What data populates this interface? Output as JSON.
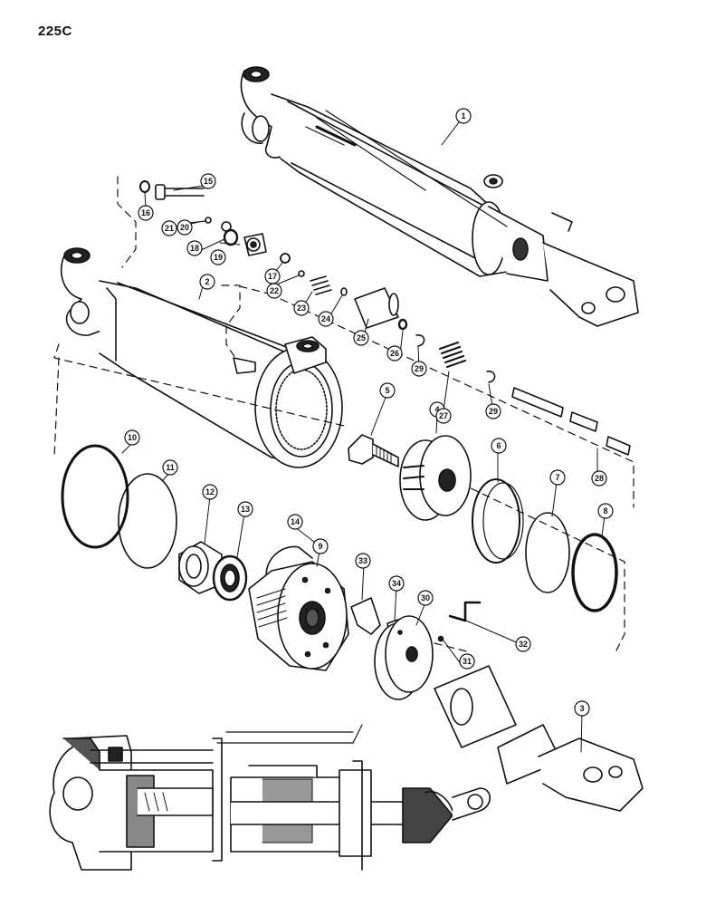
{
  "page_label": "225C",
  "callouts": [
    {
      "id": "c1",
      "label": "1"
    },
    {
      "id": "c2",
      "label": "2"
    },
    {
      "id": "c3",
      "label": "3"
    },
    {
      "id": "c4",
      "label": "4"
    },
    {
      "id": "c5",
      "label": "5"
    },
    {
      "id": "c6",
      "label": "6"
    },
    {
      "id": "c7",
      "label": "7"
    },
    {
      "id": "c8",
      "label": "8"
    },
    {
      "id": "c9",
      "label": "9"
    },
    {
      "id": "c10",
      "label": "10"
    },
    {
      "id": "c11",
      "label": "11"
    },
    {
      "id": "c12",
      "label": "12"
    },
    {
      "id": "c13",
      "label": "13"
    },
    {
      "id": "c14",
      "label": "14"
    },
    {
      "id": "c15",
      "label": "15"
    },
    {
      "id": "c16",
      "label": "16"
    },
    {
      "id": "c17",
      "label": "17"
    },
    {
      "id": "c18",
      "label": "18"
    },
    {
      "id": "c19",
      "label": "19"
    },
    {
      "id": "c20",
      "label": "20"
    },
    {
      "id": "c21",
      "label": "21"
    },
    {
      "id": "c22",
      "label": "22"
    },
    {
      "id": "c23",
      "label": "23"
    },
    {
      "id": "c24",
      "label": "24"
    },
    {
      "id": "c25",
      "label": "25"
    },
    {
      "id": "c26",
      "label": "26"
    },
    {
      "id": "c27",
      "label": "27"
    },
    {
      "id": "c28",
      "label": "28"
    },
    {
      "id": "c29a",
      "label": "29"
    },
    {
      "id": "c29b",
      "label": "29"
    },
    {
      "id": "c30",
      "label": "30"
    },
    {
      "id": "c31",
      "label": "31"
    },
    {
      "id": "c32",
      "label": "32"
    },
    {
      "id": "c33",
      "label": "33"
    },
    {
      "id": "c34",
      "label": "34"
    }
  ]
}
